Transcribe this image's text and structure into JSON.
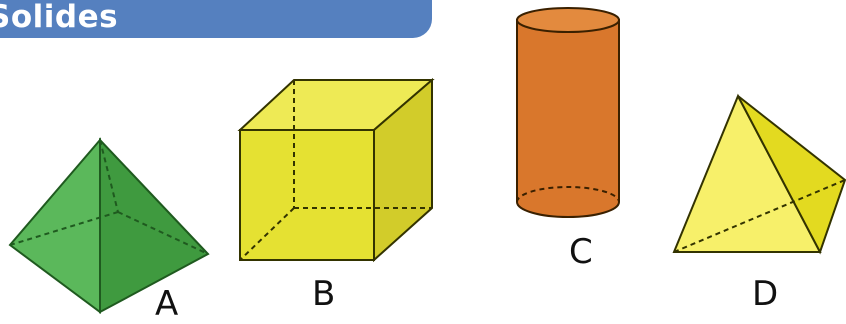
{
  "header": {
    "title": "Solides",
    "color": "#5580bf"
  },
  "solids": [
    {
      "label": "A",
      "shape": "square-pyramid",
      "color": "#4caf50"
    },
    {
      "label": "B",
      "shape": "cube",
      "color": "#e8e43a"
    },
    {
      "label": "C",
      "shape": "cylinder",
      "color": "#d9772c"
    },
    {
      "label": "D",
      "shape": "tetrahedron",
      "color": "#f5ee4a"
    }
  ]
}
